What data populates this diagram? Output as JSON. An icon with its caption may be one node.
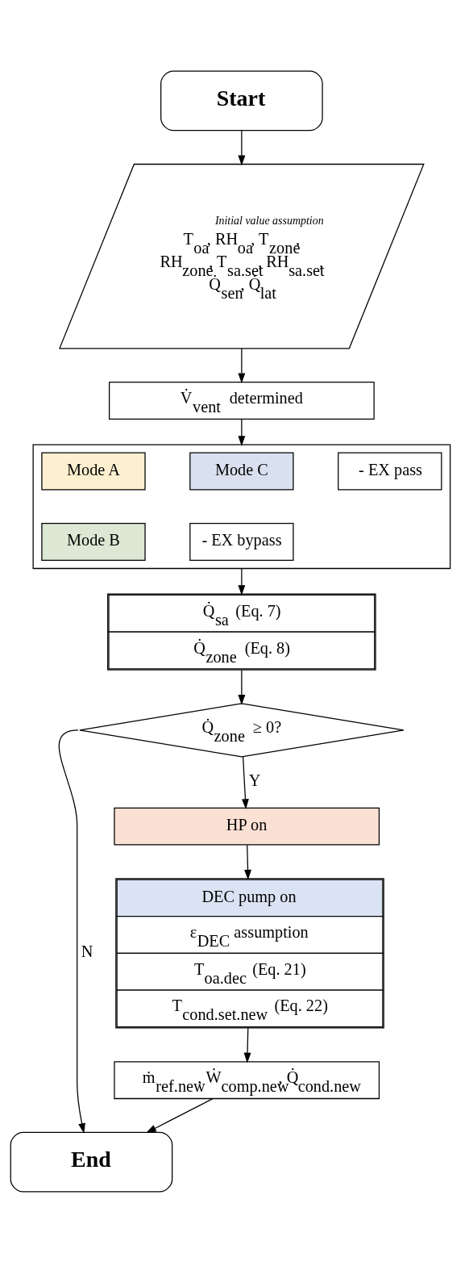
{
  "diagram": {
    "nodes": [
      {
        "text": [
          "Start"
        ]
      },
      {
        "text": [
          "Initial value assumption",
          "T$_{oa}$, RH$_{oa}$, T$_{zone}$, RH$_{zone}$, T$_{sa.set}$, RH$_{sa.set}$, Q̇$_{sen}$, Q̇$_{lat}$"
        ]
      },
      {
        "text": [
          "V̇$_{vent}$ determined"
        ]
      },
      {
        "text": [],
        "shape": "box"
      },
      {
        "text": [
          "Mode A"
        ],
        "in": 3
      },
      {
        "text": [
          "Mode C"
        ],
        "in": 3
      },
      {
        "text": [
          "- EX pass"
        ],
        "in": 3
      },
      {
        "text": [
          "Mode B"
        ],
        "in": 3
      },
      {
        "text": [
          "- EX bypass"
        ],
        "in": 3
      },
      {
        "text": [
          "Q̇$_{sa}$ (Eq. 7)",
          "Q̇$_{zone}$ (Eq. 8)"
        ]
      },
      {
        "text": [
          "Q̇$_{zone}$ ≥ 0?"
        ]
      },
      {
        "text": [
          "HP on"
        ]
      },
      {
        "text": [
          "DEC pump on",
          "ε$_{DEC}$ assumption",
          "T$_{oa.dec}$ (Eq. 21)",
          "T$_{cond.set.new}$ (Eq. 22)"
        ]
      },
      {
        "text": [
          "ṁ$_{ref.new}$, Ẇ$_{comp.new}$, Q̇$_{cond.new}$"
        ]
      },
      {
        "text": [
          "End"
        ]
      }
    ],
    "edges": [
      {
        "from": 0,
        "to": 1,
        "arrow": "to"
      },
      {
        "from": 1,
        "to": 2,
        "arrow": "to"
      },
      {
        "from": 2,
        "to": 3,
        "arrow": "to"
      },
      {
        "from": 3,
        "to": 9,
        "arrow": "to"
      },
      {
        "from": 9,
        "to": 10,
        "arrow": "to"
      },
      {
        "from": 10,
        "to": 11,
        "label": "Y",
        "arrow": "to"
      },
      {
        "from": 10,
        "to": 14,
        "label": "N",
        "arrow": "to"
      },
      {
        "from": 11,
        "to": 12,
        "arrow": "to"
      },
      {
        "from": 12,
        "to": 13,
        "arrow": "to"
      },
      {
        "from": 13,
        "to": 14,
        "arrow": "to"
      }
    ]
  }
}
